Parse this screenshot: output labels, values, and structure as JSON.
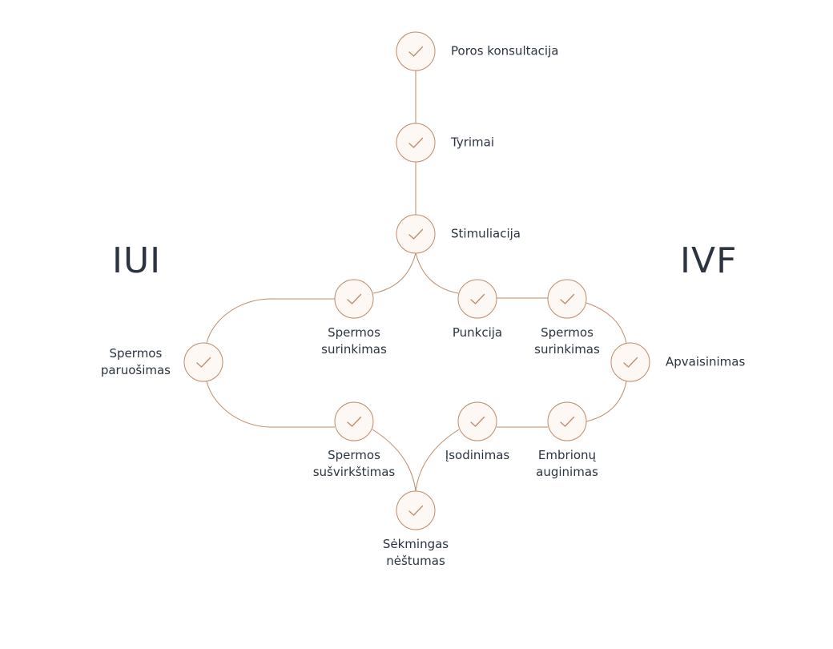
{
  "branches": {
    "left": "IUI",
    "right": "IVF"
  },
  "steps": {
    "poros_konsultacija": [
      "Poros konsultacija"
    ],
    "tyrimai": [
      "Tyrimai"
    ],
    "stimuliacija": [
      "Stimuliacija"
    ],
    "iui_spermos_surinkimas": [
      "Spermos",
      "surinkimas"
    ],
    "iui_spermos_paruosimas": [
      "Spermos",
      "paruošimas"
    ],
    "iui_spermos_susvirkstimas": [
      "Spermos",
      "sušvirkštimas"
    ],
    "punkcija": [
      "Punkcija"
    ],
    "ivf_spermos_surinkimas": [
      "Spermos",
      "surinkimas"
    ],
    "apvaisinimas": [
      "Apvaisinimas"
    ],
    "embrionu_auginimas": [
      "Embrionų",
      "auginimas"
    ],
    "isodinimas": [
      "Įsodinimas"
    ],
    "sekmingas_nestumas": [
      "Sėkmingas",
      "nėštumas"
    ]
  },
  "colors": {
    "accent": "#c08a66",
    "node_fill": "#fdf8f4",
    "text": "#2b3440"
  },
  "icons": {
    "node": "check-icon"
  }
}
